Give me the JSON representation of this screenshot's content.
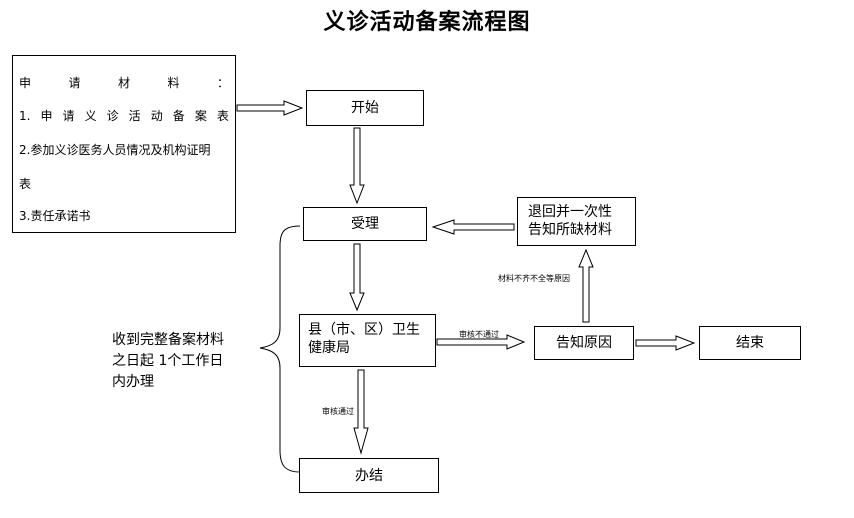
{
  "title": "义诊活动备案流程图",
  "materials": {
    "header_chars": [
      "申",
      "请",
      "材",
      "料",
      "："
    ],
    "item1_chars": [
      "1.",
      "申",
      "请",
      "义",
      "诊",
      "活",
      "动",
      "备",
      "案",
      "表"
    ],
    "item2": "2.参加义诊医务人员情况及机构证明",
    "item2_cont": "表",
    "item3": "3.责任承诺书"
  },
  "nodes": {
    "start": "开始",
    "accept": "受理",
    "bureau_line1": "县（市、区）卫生",
    "bureau_line2": "健康局",
    "return_line1": "退回并一次性",
    "return_line2": "告知所缺材料",
    "inform": "告知原因",
    "end": "结束",
    "done": "办结"
  },
  "edge_labels": {
    "incomplete": "材料不齐不全等原因",
    "review_fail": "审核不通过",
    "review_pass": "审核通过"
  },
  "note": {
    "line1": "收到完整备案材料",
    "line2": "之日起 1个工作日",
    "line3": "内办理"
  }
}
